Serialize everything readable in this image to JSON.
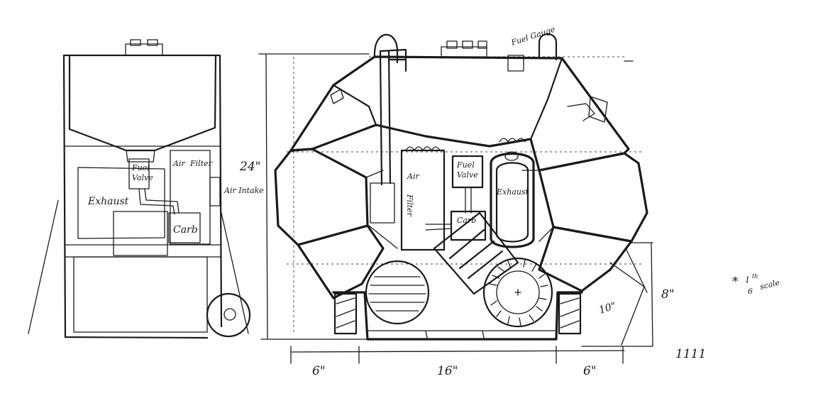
{
  "side_view": {
    "fuel_valve_1": "Fuel",
    "fuel_valve_2": "Valve",
    "air_filter_1": "Air",
    "air_filter_2": "Filter",
    "air_intake": "Air Intake",
    "exhaust": "Exhaust",
    "carb": "Carb"
  },
  "front_view": {
    "fuel_gauge": "Fuel Gauge",
    "air_filter_1": "Air",
    "air_filter_2": "Filter",
    "fuel_valve_1": "Fuel",
    "fuel_valve_2": "Valve",
    "exhaust": "Exhaust",
    "carb": "Carb"
  },
  "dimensions": {
    "height": "24\"",
    "side_height": "8\"",
    "diagonal": "10\"",
    "left_width": "6\"",
    "center_width": "16\"",
    "right_width": "6\"",
    "tally": "1111"
  },
  "note": {
    "star": "*",
    "scale_num": "1",
    "scale_th": "th",
    "scale_den": "6",
    "scale_word": "scale"
  }
}
